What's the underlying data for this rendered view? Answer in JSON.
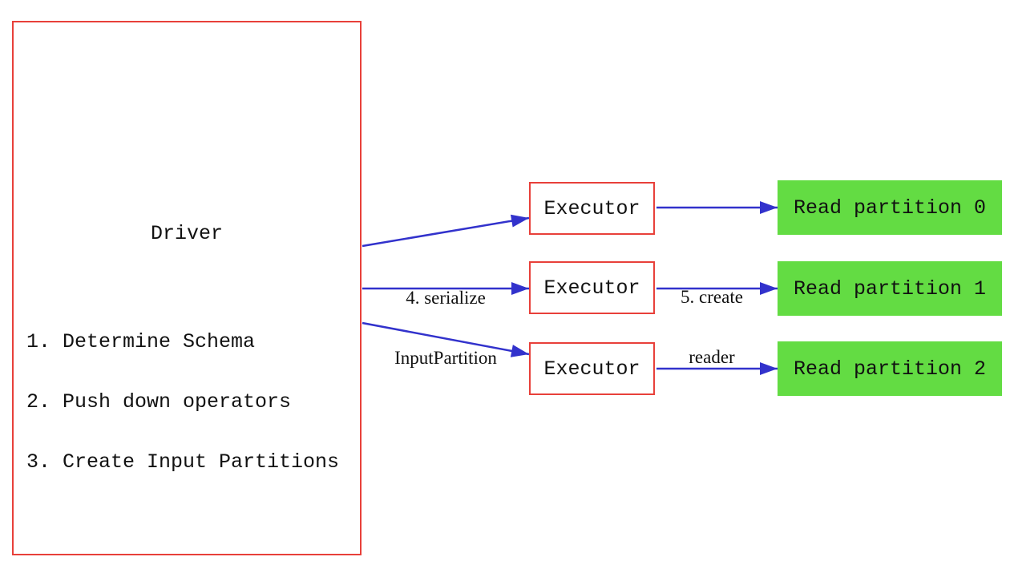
{
  "diagram": {
    "driver": {
      "title": "Driver",
      "steps": [
        "1. Determine Schema",
        "2. Push down operators",
        "3. Create Input Partitions"
      ]
    },
    "executors": [
      {
        "label": "Executor"
      },
      {
        "label": "Executor"
      },
      {
        "label": "Executor"
      }
    ],
    "partitions": [
      {
        "label": "Read partition 0"
      },
      {
        "label": "Read partition 1"
      },
      {
        "label": "Read partition 2"
      }
    ],
    "arrow_labels": {
      "serialize_line1": "4. serialize",
      "serialize_line2": "InputPartition",
      "reader_line1": "5. create",
      "reader_line2": "reader"
    },
    "colors": {
      "box_border": "#e8403a",
      "arrow": "#3232cc",
      "partition_fill": "#63dc43",
      "text": "#111111",
      "background": "#ffffff"
    }
  }
}
